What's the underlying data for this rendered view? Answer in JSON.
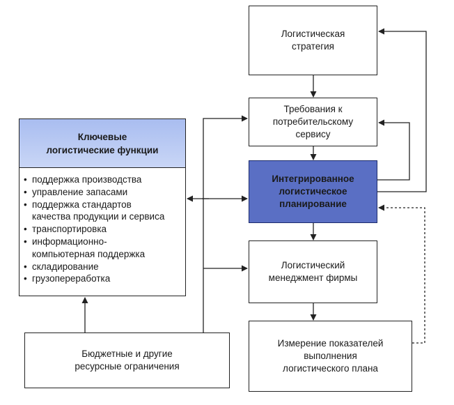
{
  "boxes": {
    "strategy": "Логистическая\nстратегия",
    "requirements": "Требования к\nпотребительскому\nсервису",
    "integrated": "Интегрированное\nлогистическое\nпланирование",
    "management": "Логистический\nменеджмент фирмы",
    "measure": "Измерение показателей\nвыполнения\nлогистического плана",
    "budget": "Бюджетные и другие\nресурсные ограничения"
  },
  "key_functions": {
    "title": "Ключевые\nлогистические функции",
    "items": [
      {
        "text": "поддержка производства",
        "bullet": true
      },
      {
        "text": "управление запасами",
        "bullet": true
      },
      {
        "text": "поддержка стандартов",
        "bullet": true
      },
      {
        "text": "качества продукции и сервиса",
        "bullet": false
      },
      {
        "text": "транспортировка",
        "bullet": true
      },
      {
        "text": "информационно-",
        "bullet": true
      },
      {
        "text": "компьютерная поддержка",
        "bullet": false
      },
      {
        "text": "складирование",
        "bullet": true
      },
      {
        "text": "грузопереработка",
        "bullet": true
      }
    ]
  },
  "colors": {
    "integrated_fill": "#5a6fc4",
    "key_functions_header": "#b9caf3",
    "line": "#222222"
  }
}
